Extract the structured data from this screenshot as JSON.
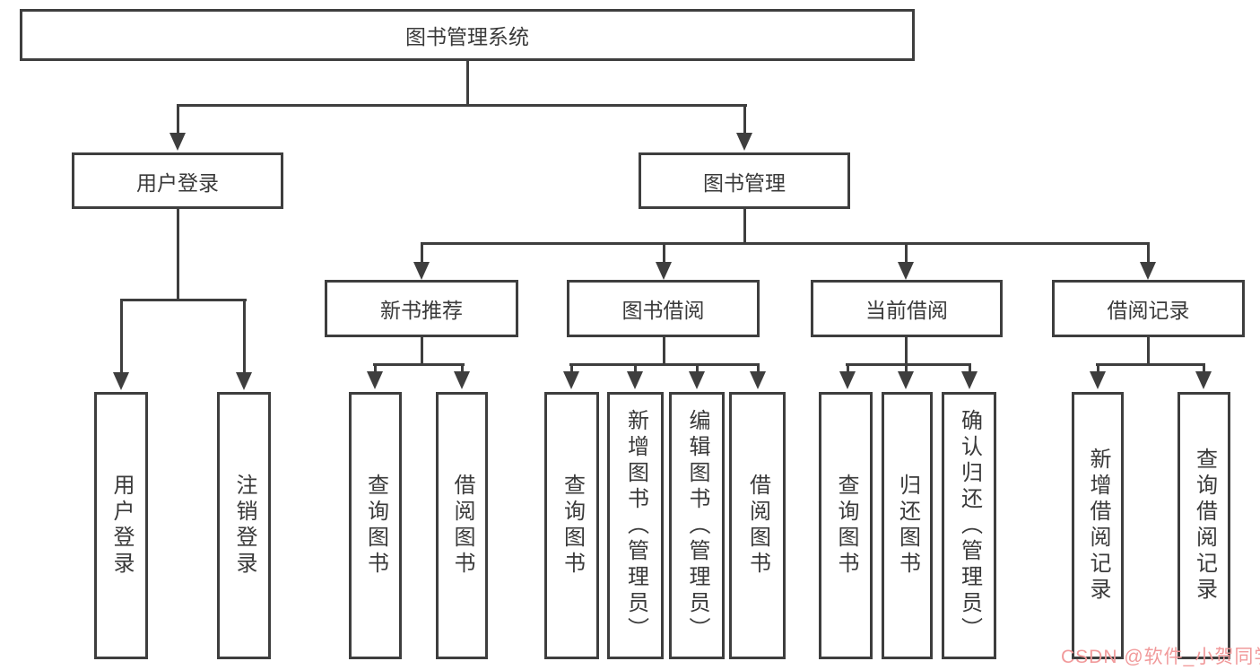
{
  "diagram": {
    "root": {
      "label": "图书管理系统"
    },
    "branches": {
      "user_login": {
        "label": "用户登录",
        "children": [
          {
            "label": "用户登录"
          },
          {
            "label": "注销登录"
          }
        ]
      },
      "book_mgmt": {
        "label": "图书管理"
      }
    },
    "modules": {
      "new_book": {
        "label": "新书推荐",
        "children": [
          {
            "label": "查询图书"
          },
          {
            "label": "借阅图书"
          }
        ]
      },
      "book_borrow": {
        "label": "图书借阅",
        "children": [
          {
            "label": "查询图书"
          },
          {
            "label": "新增图书（管理员）"
          },
          {
            "label": "编辑图书（管理员）"
          },
          {
            "label": "借阅图书"
          }
        ]
      },
      "current_borrow": {
        "label": "当前借阅",
        "children": [
          {
            "label": "查询图书"
          },
          {
            "label": "归还图书"
          },
          {
            "label": "确认归还（管理员）"
          }
        ]
      },
      "borrow_records": {
        "label": "借阅记录",
        "children": [
          {
            "label": "新增借阅记录"
          },
          {
            "label": "查询借阅记录"
          }
        ]
      }
    },
    "watermark": "CSDN @软件_小贺同学",
    "colors": {
      "line": "#3e3e3e",
      "text": "#3a3a3a",
      "watermark": "#f19a9b",
      "background": "#ffffff"
    }
  }
}
